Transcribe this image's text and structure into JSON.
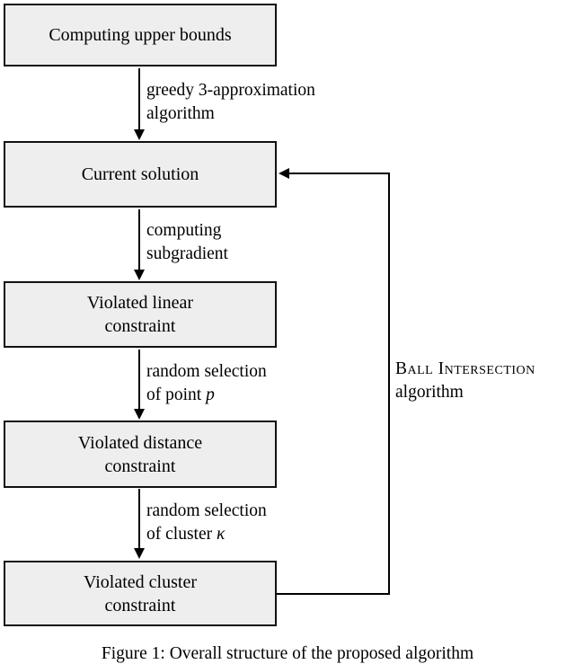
{
  "figure": {
    "boxes": [
      {
        "label": "Computing upper bounds"
      },
      {
        "label": "Current solution"
      },
      {
        "label": "Violated linear\nconstraint"
      },
      {
        "label": "Violated distance\nconstraint"
      },
      {
        "label": "Violated cluster\nconstraint"
      }
    ],
    "edge_labels": [
      {
        "line1": "greedy 3-approximation",
        "line2": "algorithm"
      },
      {
        "line1": "computing",
        "line2": "subgradient"
      },
      {
        "line1": "random selection",
        "line2_prefix": "of point ",
        "line2_var": "p"
      },
      {
        "line1": "random selection",
        "line2_prefix": "of cluster ",
        "line2_var": "κ"
      }
    ],
    "loop_label": {
      "line1": "Ball Intersection",
      "line2": "algorithm"
    },
    "caption": "Figure 1: Overall structure of the proposed algorithm"
  },
  "colors": {
    "background": "#ffffff",
    "box_fill": "#eeeeee",
    "box_border": "#111111",
    "line": "#000000",
    "text": "#000000"
  }
}
